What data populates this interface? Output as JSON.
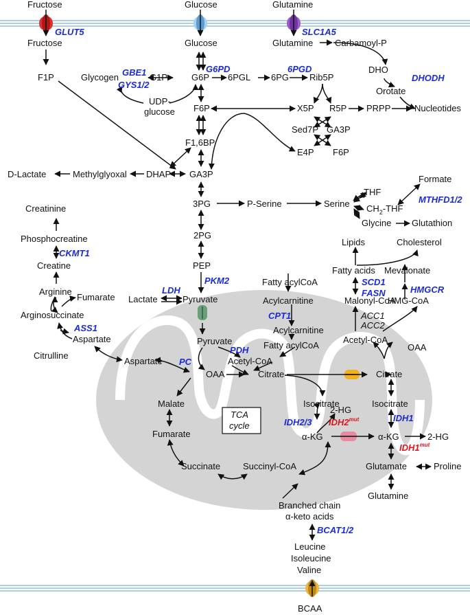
{
  "metabolites": {
    "fructose_out": "Fructose",
    "glucose_out": "Glucose",
    "glutamine_out": "Glutamine",
    "fructose": "Fructose",
    "glucose": "Glucose",
    "glutamine": "Glutamine",
    "carbamoyl_p": "Carbamoyl-P",
    "f1p": "F1P",
    "glycogen": "Glycogen",
    "g1p": "G1P",
    "g6p": "G6P",
    "pgl6": "6PGL",
    "pg6": "6PG",
    "rib5p": "Rib5P",
    "dho": "DHO",
    "orotate": "Orotate",
    "udp_glucose_1": "UDP-",
    "udp_glucose_2": "glucose",
    "f6p": "F6P",
    "x5p": "X5P",
    "r5p": "R5P",
    "prpp": "PRPP",
    "nucleotides": "Nucleotides",
    "sed7p": "Sed7P",
    "ga3p_ppp": "GA3P",
    "f16bp": "F1,6BP",
    "e4p": "E4P",
    "f6p_ppp": "F6P",
    "d_lactate": "D-Lactate",
    "methylglyoxal": "Methylglyoxal",
    "dhap": "DHAP",
    "ga3p": "GA3P",
    "formate": "Formate",
    "thf": "THF",
    "ch2_thf_a": "CH",
    "ch2_thf_sub": "2",
    "ch2_thf_b": "-THF",
    "creatinine": "Creatinine",
    "pg3": "3PG",
    "p_serine": "P-Serine",
    "serine": "Serine",
    "glycine": "Glycine",
    "glutathion": "Glutathion",
    "phosphocreatine": "Phosphocreatine",
    "pg2": "2PG",
    "lipids": "Lipids",
    "cholesterol": "Cholesterol",
    "creatine": "Creatine",
    "pep": "PEP",
    "fatty_acids": "Fatty acids",
    "mevalonate": "Mevalonate",
    "arginine": "Arginine",
    "fumarate_urea": "Fumarate",
    "fatty_acylcoa_1": "Fatty acylCoA",
    "lactate": "Lactate",
    "pyruvate": "Pyruvate",
    "acylcarnitine_1": "Acylcarnitine",
    "malonyl_coa": "Malonyl-CoA",
    "hmg_coa": "HMG-CoA",
    "argininosuccinate": "Arginosuccinate",
    "aspartate_urea": "Aspartate",
    "acylcarnitine_2": "Acylcarnitine",
    "citrulline": "Citrulline",
    "pyruvate_mito": "Pyruvate",
    "fatty_acylcoa_2": "Fatty acylCoA",
    "acetyl_coa_cyt": "Acetyl-CoA",
    "oaa_cyt": "OAA",
    "aspartate_mito": "Aspartate",
    "acetyl_coa_mito": "Acetyl-CoA",
    "oaa": "OAA",
    "citrate": "Citrate",
    "citrate_cyt": "Citrate",
    "malate": "Malate",
    "isocitrate": "Isocitrate",
    "isocitrate_cyt": "Isocitrate",
    "hg2_mito": "2-HG",
    "fumarate": "Fumarate",
    "akg": "α-KG",
    "akg_cyt": "α-KG",
    "hg2_cyt": "2-HG",
    "succinate": "Succinate",
    "succinyl_coa": "Succinyl-CoA",
    "glutamate": "Glutamate",
    "proline": "Proline",
    "glutamine_cyt": "Glutamine",
    "bcka_1": "Branched chain",
    "bcka_2": "α-keto acids",
    "leucine": "Leucine",
    "isoleucine": "Isoleucine",
    "valine": "Valine",
    "bcaa": "BCAA"
  },
  "enzymes": {
    "glut5": "GLUT5",
    "slc1a5": "SLC1A5",
    "g6pd": "G6PD",
    "pgd6": "6PGD",
    "gbe1": "GBE1",
    "gys12": "GYS1/2",
    "dhodh": "DHODH",
    "mthfd12": "MTHFD1/2",
    "ckmt1": "CKMT1",
    "pkm2": "PKM2",
    "scd1": "SCD1",
    "fasn": "FASN",
    "hmgcr": "HMGCR",
    "ldh": "LDH",
    "cpt1": "CPT1",
    "ass1": "ASS1",
    "pdh": "PDH",
    "pc": "PC",
    "idh23": "IDH2/3",
    "idh1": "IDH1",
    "bcat12": "BCAT1/2"
  },
  "other_labels": {
    "acc1": "ACC1",
    "acc2": "ACC2",
    "tca_1": "TCA",
    "tca_2": "cycle"
  },
  "mutants": {
    "idh2_mut": "IDH2",
    "idh2_mut_sup": "mut",
    "idh1_mut": "IDH1",
    "idh1_mut_sup": "mut"
  },
  "colors": {
    "enzyme": "#1a2bd6",
    "mutant": "#e0141b",
    "membrane": "#7ab0d8",
    "mitochondrion": "#d4d4d4",
    "glut5_transporter": "#e03030",
    "glucose_transporter": "#a8d0ee",
    "slc1a5_transporter": "#9a5cc8",
    "mpc_transporter": "#6aa078",
    "citrate_carrier": "#f0b020",
    "akg_carrier": "#e88aa0",
    "bcaa_transporter": "#e8b840"
  },
  "icons": {
    "transporter": "membrane-transporter-icon",
    "carrier": "mitochondrial-carrier-icon"
  }
}
